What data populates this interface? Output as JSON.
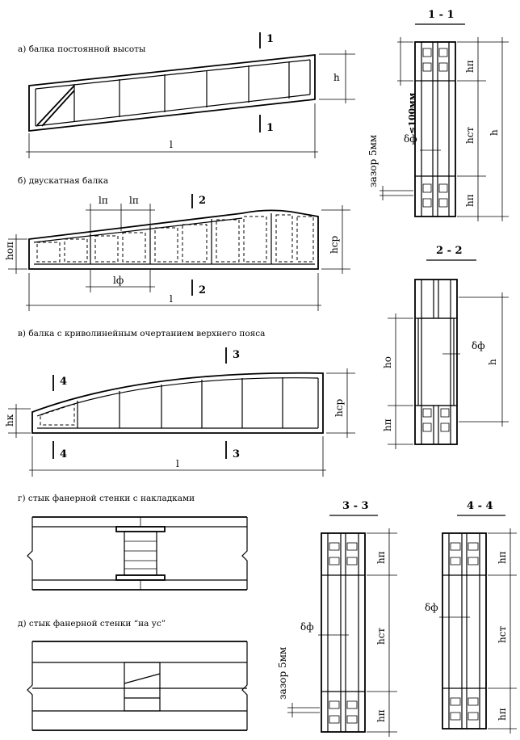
{
  "captions": {
    "a": "а) балка постоянной высоты",
    "b": "б) двускатная балка",
    "v": "в) балка с криволинейным очертанием верхнего пояса",
    "g": "г) стык фанерной стенки с накладками",
    "d": "д) стык фанерной стенки “на ус”"
  },
  "section_titles": {
    "s11": "1 - 1",
    "s22": "2 - 2",
    "s33": "3 - 3",
    "s44": "4 - 4"
  },
  "section_marks": {
    "m1": "1",
    "m2": "2",
    "m3": "3",
    "m4": "4"
  },
  "dims": {
    "h": "h",
    "l": "l",
    "ln": "lп",
    "lf": "lф",
    "hop": "hоп",
    "hsr": "hср",
    "hk": "hк",
    "hp": "hп",
    "hst": "hст",
    "ho": "hо",
    "df": "δф",
    "gap": "зазор 5мм",
    "le100": "≤100мм"
  }
}
